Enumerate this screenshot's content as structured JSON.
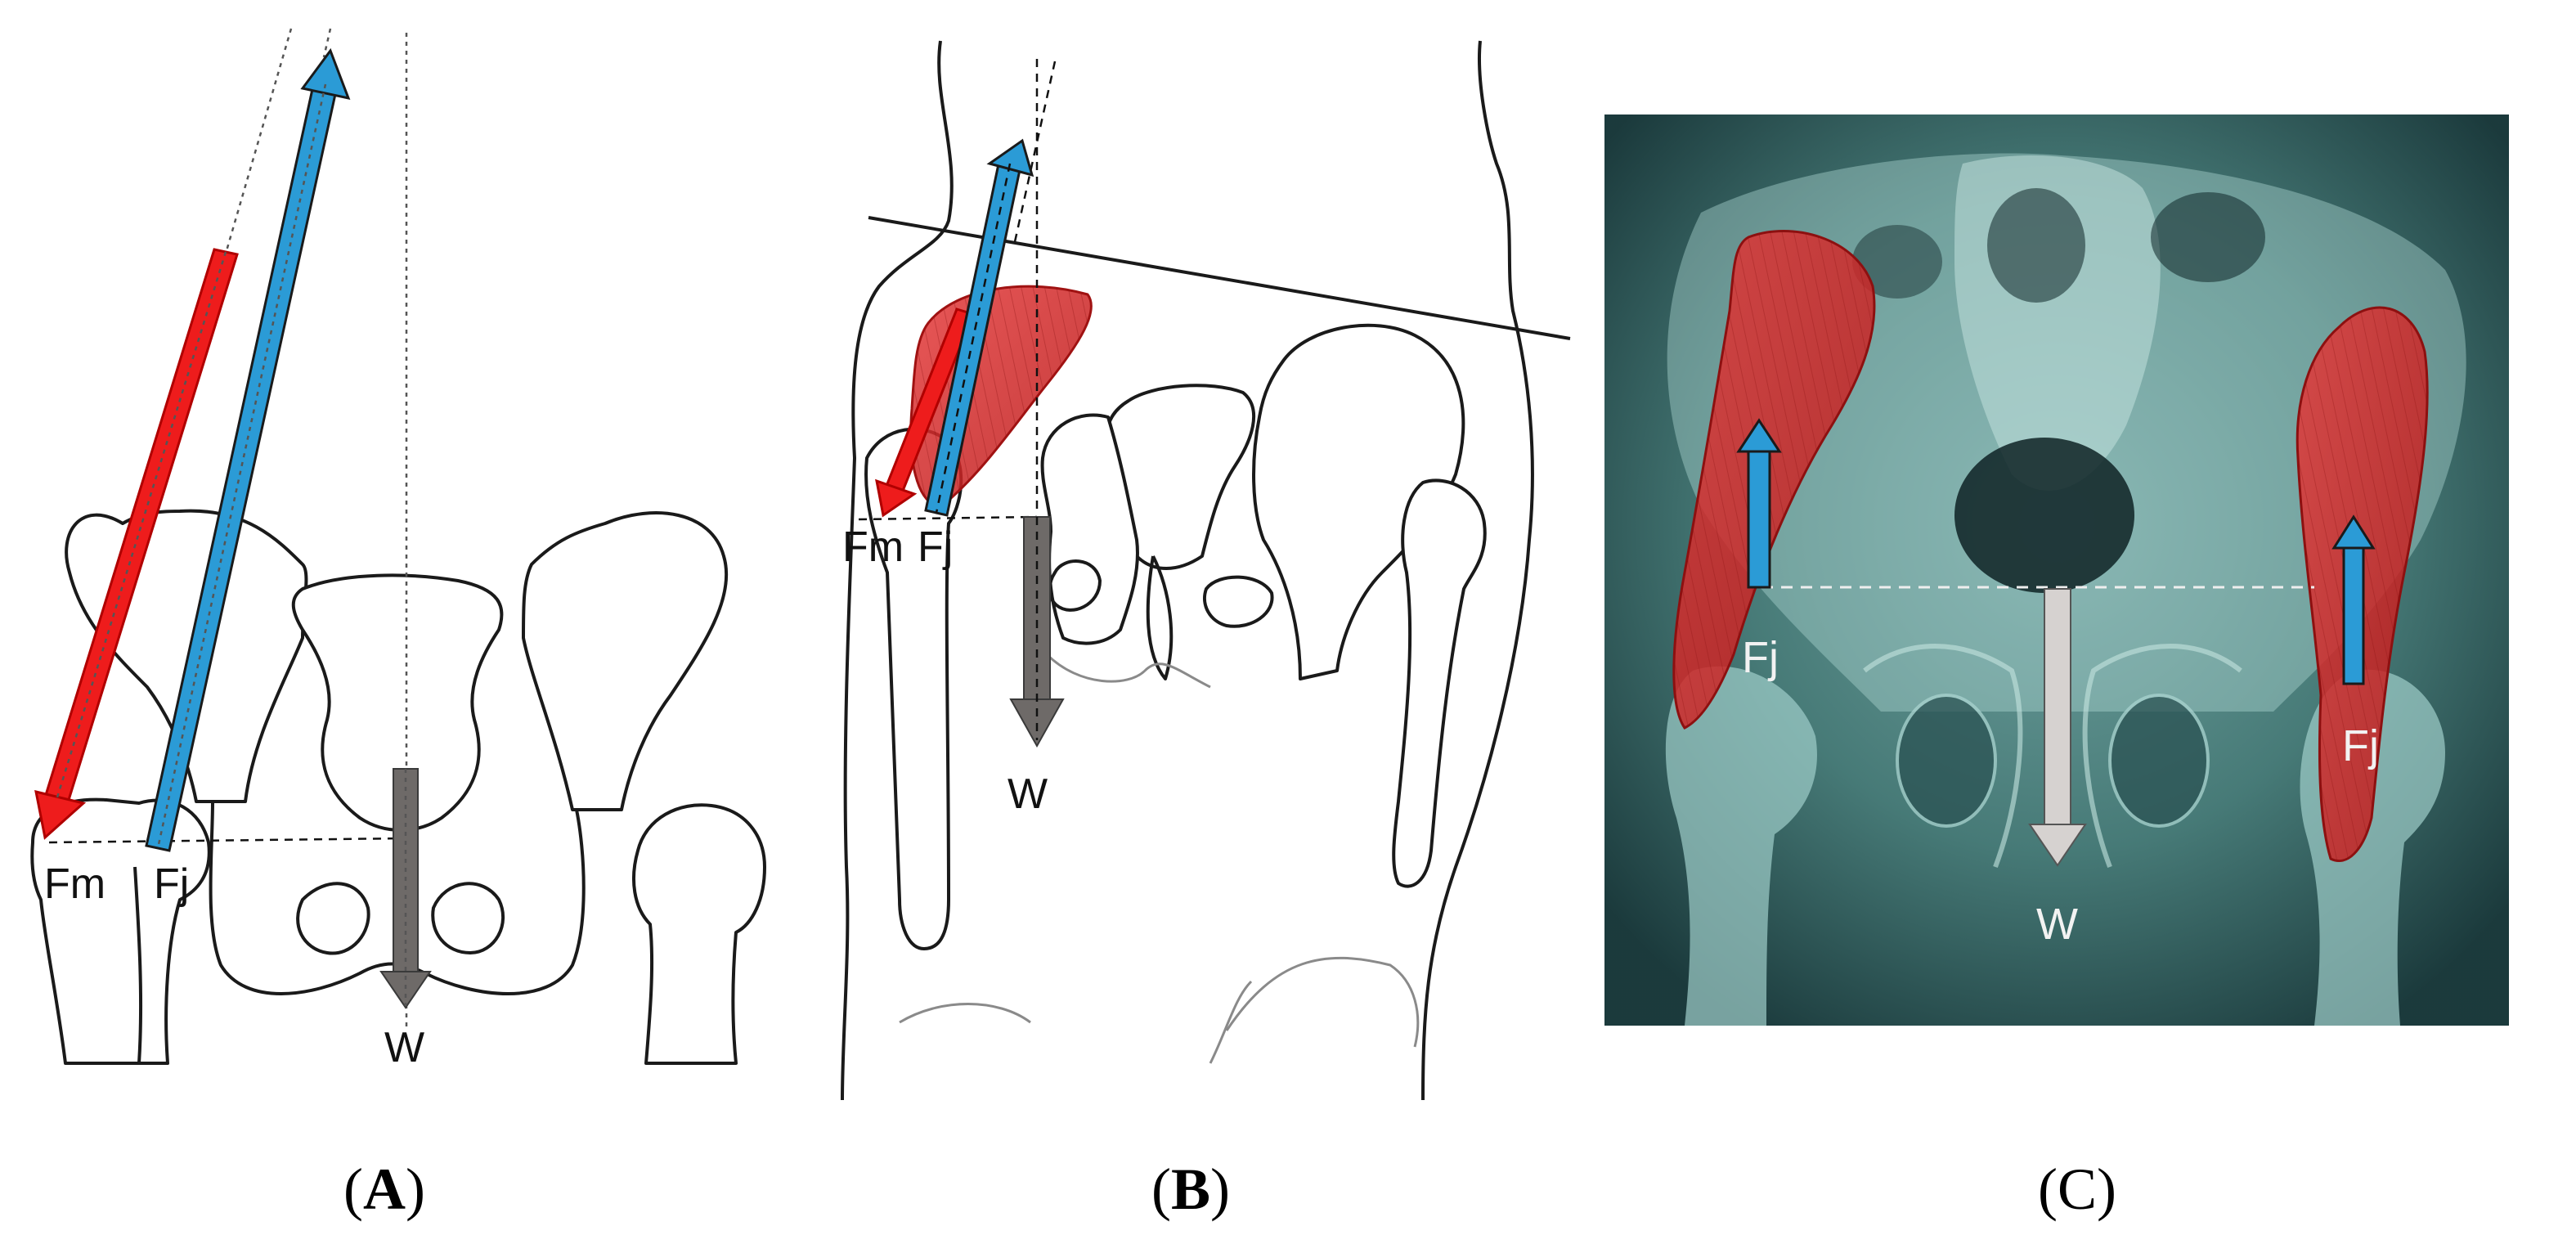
{
  "panels": {
    "a": {
      "labels": {
        "fm": "Fm",
        "fj": "Fj",
        "w": "W"
      },
      "caption": {
        "open": "(",
        "letter": "A",
        "close": ")"
      }
    },
    "b": {
      "labels": {
        "fm": "Fm",
        "fj": "Fj",
        "w": "W"
      },
      "caption": {
        "open": "(",
        "letter": "B",
        "close": ")"
      }
    },
    "c": {
      "labels": {
        "fj_left": "Fj",
        "fj_right": "Fj",
        "w": "W"
      },
      "caption": {
        "open": "(",
        "letter": "C",
        "close": ")"
      }
    }
  },
  "colors": {
    "muscle_force": "#ee1c1c",
    "joint_force": "#2b9bd6",
    "weight_dark": "#6e6a68",
    "weight_light": "#d6d2d0",
    "muscle_fill": "#d72a2a",
    "xray_background": "#1d3d3f"
  },
  "icons": [
    "red-arrow",
    "blue-arrow",
    "gray-arrow"
  ]
}
